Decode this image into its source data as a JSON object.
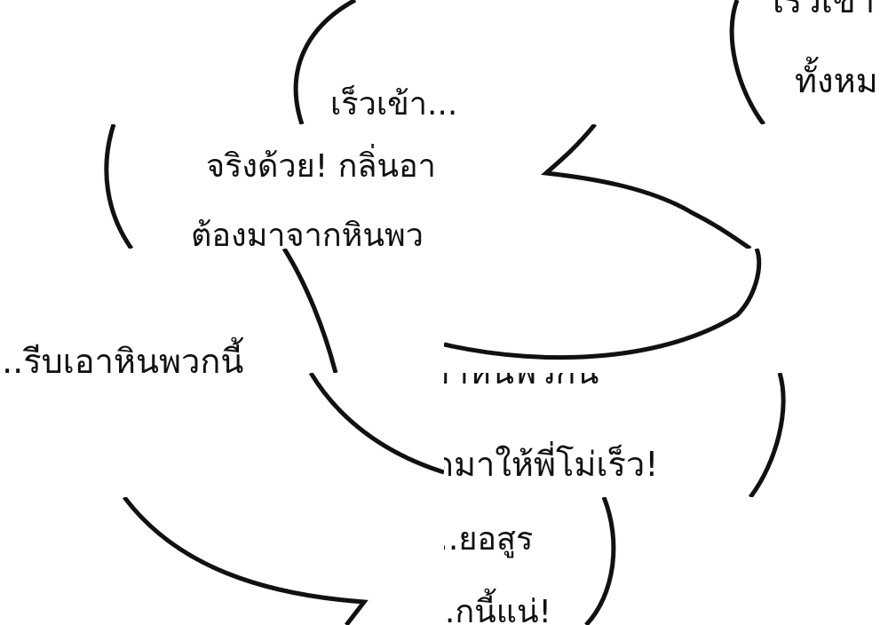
{
  "panels": [
    {
      "lines": [
        "เร็วเข้า",
        "ทั้งหม"
      ]
    },
    {
      "lines": [
        "เร็วเข้า..."
      ]
    },
    {
      "lines": [
        "จริงด้วย! กลิ่นอา",
        "ต้องมาจากหินพว"
      ]
    },
    {
      "lines": [
        "...รีบเอาหินพวกนี้"
      ]
    },
    {
      "lines": [
        "...รีบเอาหินพวกนี้",
        "...มดมาให้พี่โม่เร็ว!"
      ]
    },
    {
      "lines": [
        "...ยอสูร",
        "...กนี้แน่!"
      ]
    }
  ],
  "colors": {
    "background": "#ffffff",
    "outline": "#111111",
    "text": "#111111"
  }
}
